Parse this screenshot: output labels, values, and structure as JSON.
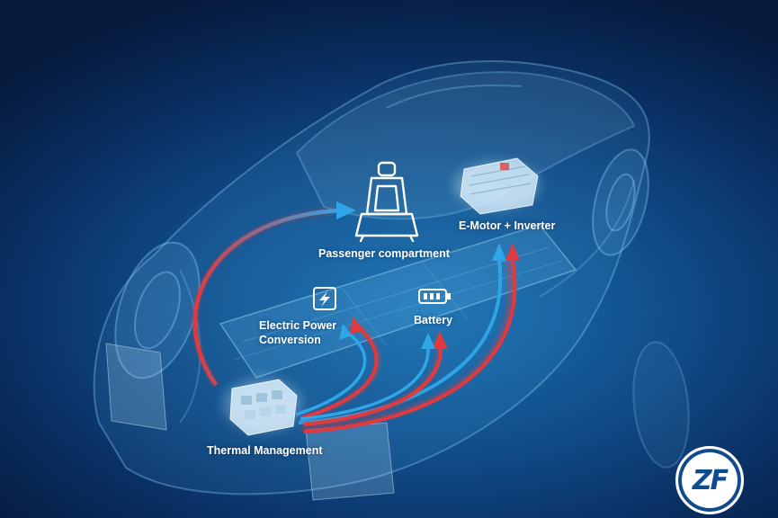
{
  "labels": {
    "passenger": "Passenger compartment",
    "emotor": "E-Motor + Inverter",
    "epc": [
      "Electric Power",
      "Conversion"
    ],
    "battery": "Battery",
    "thermal": "Thermal Management"
  },
  "logo": {
    "text": "ZF"
  },
  "icons": {
    "seat": "car-seat-icon",
    "power": "lightning-bolt-icon",
    "battery": "battery-icon",
    "emotor": "e-motor-component-icon",
    "thermal": "thermal-module-component-icon"
  },
  "colors": {
    "arrow_red": "#e03a3e",
    "arrow_blue": "#2fa6e8",
    "logo_blue": "#0f4c8e",
    "label_text": "#ffffff"
  }
}
